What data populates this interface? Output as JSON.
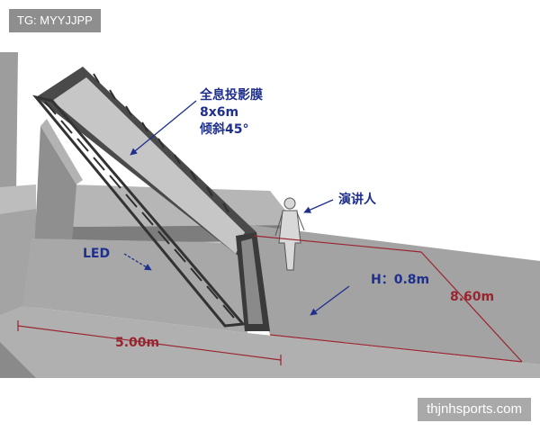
{
  "watermark_top": "TG: MYYJJPP",
  "watermark_bottom": "thjnhsports.com",
  "labels": {
    "film_title": "全息投影膜",
    "film_size": "8x6m",
    "film_tilt": "倾斜45°",
    "presenter": "演讲人",
    "led": "LED",
    "height": "H：0.8m",
    "width_dim": "5.00m",
    "depth_dim": "8.60m"
  },
  "colors": {
    "label_blue": "#1e2f8c",
    "dimension_red": "#9a2530",
    "stage_gray": "#a9a9a9",
    "wall_gray": "#9b9b9b",
    "film_gray": "#c4c4c4"
  }
}
